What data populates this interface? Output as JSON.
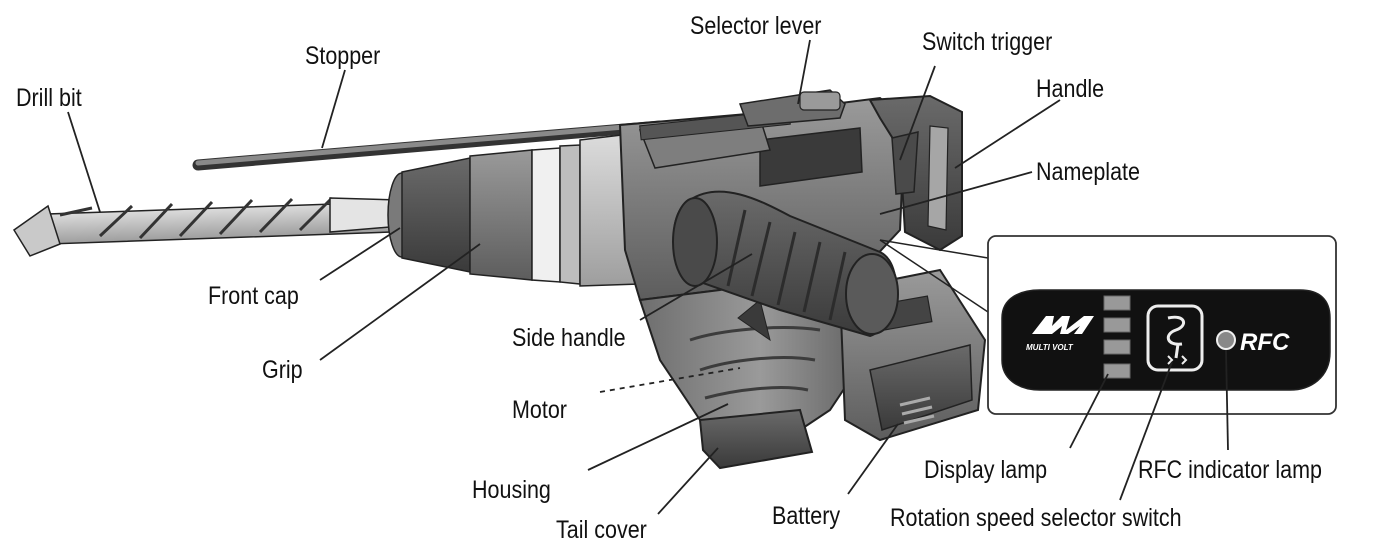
{
  "labels": {
    "drill_bit": "Drill bit",
    "stopper": "Stopper",
    "selector_lever": "Selector lever",
    "switch_trigger": "Switch trigger",
    "handle": "Handle",
    "nameplate": "Nameplate",
    "front_cap": "Front cap",
    "grip": "Grip",
    "side_handle": "Side handle",
    "motor": "Motor",
    "housing": "Housing",
    "tail_cover": "Tail cover",
    "battery": "Battery",
    "display_lamp": "Display lamp",
    "rfc_indicator_lamp": "RFC indicator lamp",
    "rotation_speed_selector_switch": "Rotation speed selector switch"
  },
  "panel": {
    "brand_logo": "MULTI VOLT",
    "rfc_mark": "RFC",
    "selector_icon": "drill-rotation-icon"
  }
}
